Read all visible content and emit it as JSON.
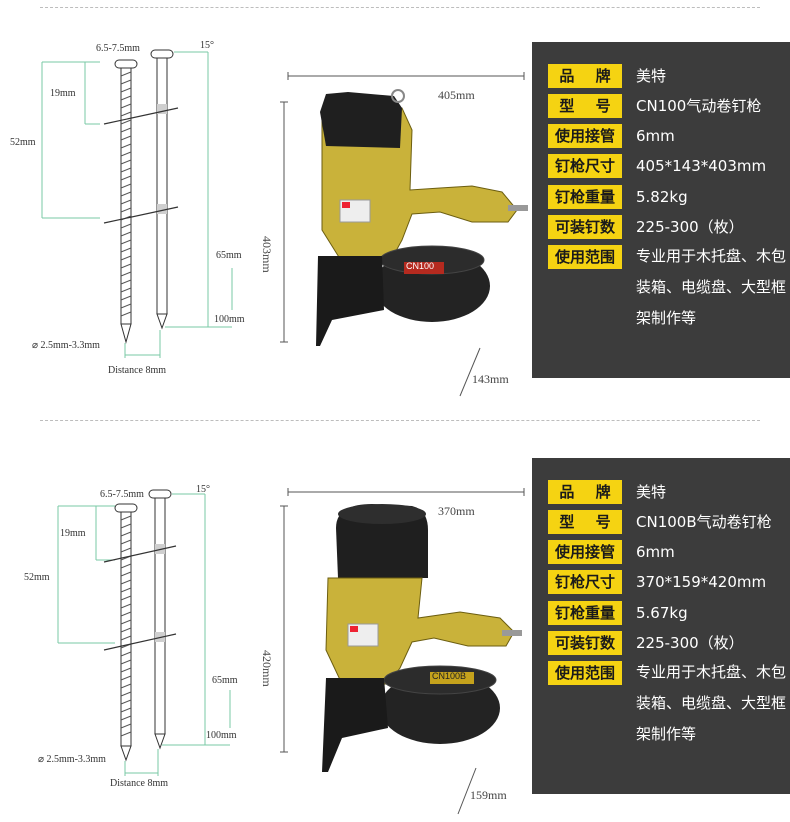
{
  "diagram": {
    "head_label": "6.5-7.5mm",
    "angle_label": "15°",
    "len_19": "19mm",
    "len_52": "52mm",
    "len_65": "65mm",
    "len_100": "100mm",
    "diameter_label": "⌀ 2.5mm-3.3mm",
    "distance_label": "Distance  8mm"
  },
  "products": [
    {
      "dims": {
        "width": "405mm",
        "height": "403mm",
        "depth": "143mm"
      },
      "tool_badge": "CN100",
      "specs": [
        {
          "key": "品 牌",
          "value": "美特"
        },
        {
          "key": "型 号",
          "value": "CN100气动卷钉枪"
        },
        {
          "key": "使用接管",
          "value": "6mm"
        },
        {
          "key": "钉枪尺寸",
          "value": "405*143*403mm"
        },
        {
          "key": "钉枪重量",
          "value": "5.82kg"
        },
        {
          "key": "可装钉数",
          "value": "225-300（枚）"
        },
        {
          "key": "使用范围",
          "value": "专业用于木托盘、木包装箱、电缆盘、大型框架制作等"
        }
      ]
    },
    {
      "dims": {
        "width": "370mm",
        "height": "420mm",
        "depth": "159mm"
      },
      "tool_badge": "CN100B",
      "specs": [
        {
          "key": "品 牌",
          "value": "美特"
        },
        {
          "key": "型 号",
          "value": "CN100B气动卷钉枪"
        },
        {
          "key": "使用接管",
          "value": "6mm"
        },
        {
          "key": "钉枪尺寸",
          "value": "370*159*420mm"
        },
        {
          "key": "钉枪重量",
          "value": "5.67kg"
        },
        {
          "key": "可装钉数",
          "value": "225-300（枚）"
        },
        {
          "key": "使用范围",
          "value": "专业用于木托盘、木包装箱、电缆盘、大型框架制作等"
        }
      ]
    }
  ],
  "colors": {
    "accent_yellow": "#f5d312",
    "panel_dark": "#3c3c3c",
    "tool_body": "#c9b23a",
    "tool_black": "#1f1f1f",
    "dim_green": "#7ac9a6"
  }
}
